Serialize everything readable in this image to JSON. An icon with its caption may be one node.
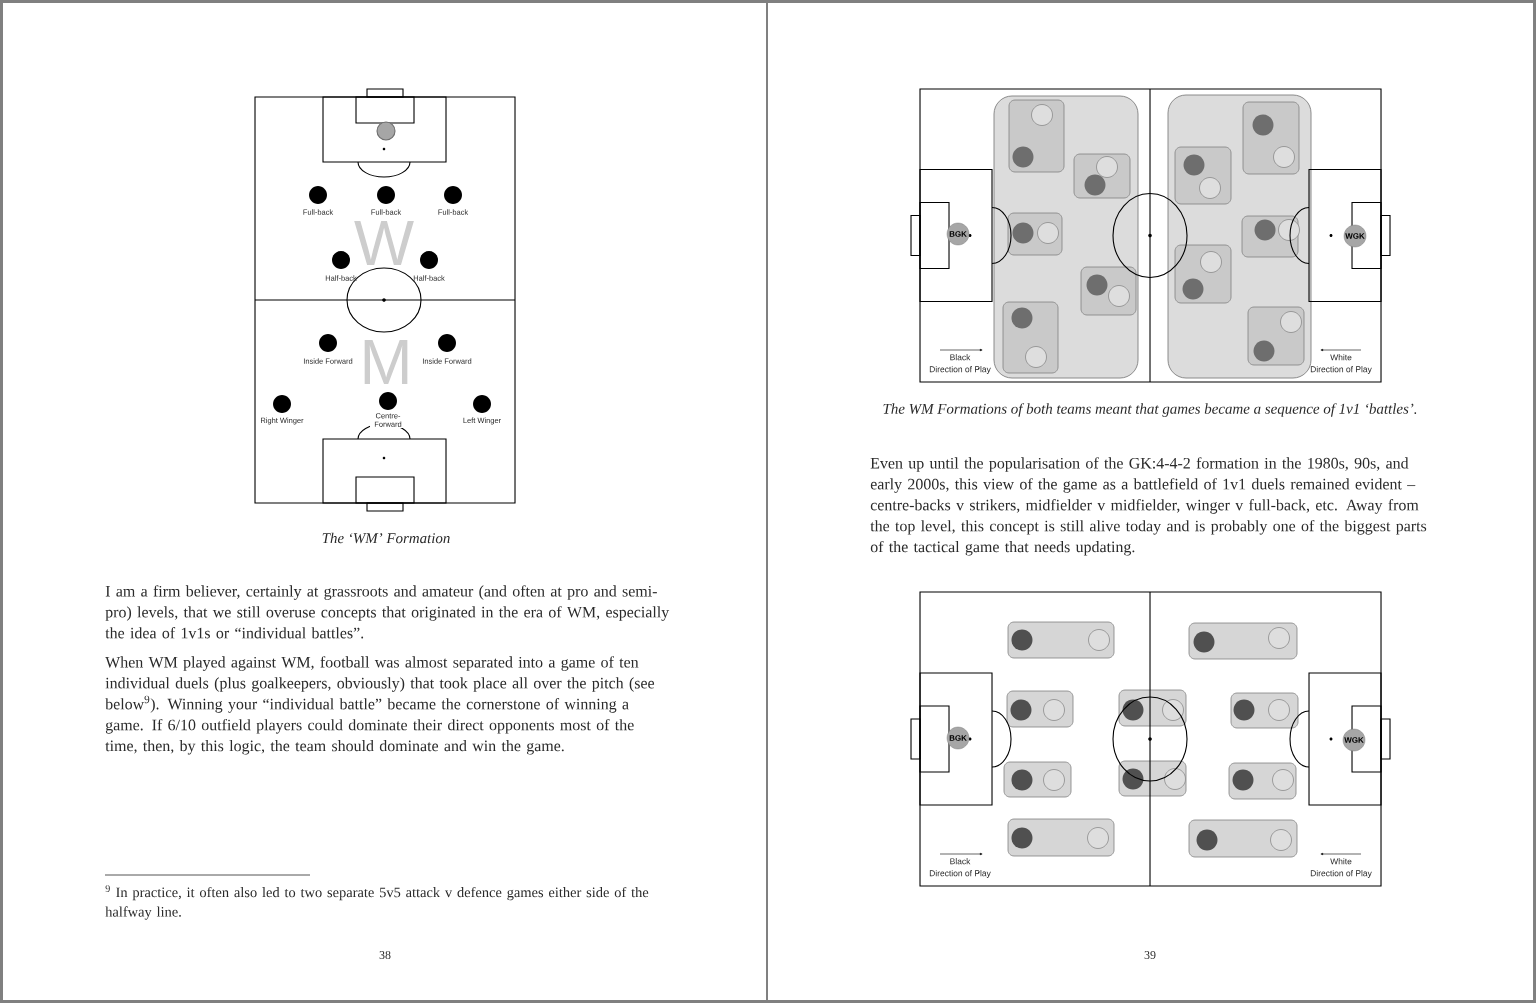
{
  "diagram": {
    "nodes": [
      {
        "text": [
          "BGK"
        ]
      },
      {
        "text": [
          "WGK"
        ]
      },
      {
        "text": [
          "BGK"
        ]
      },
      {
        "text": [
          "WGK"
        ]
      }
    ],
    "labels": [
      "Full-back",
      "Full-back",
      "Full-back",
      "W",
      "Half-back",
      "Half-back",
      "M",
      "Inside Forward",
      "Inside Forward",
      "Right Winger",
      "Centre-Forward",
      "Left Winger",
      "The ‘WM’ Formation",
      "I am a firm believer, certainly at grassroots and amateur (and often at pro and semi-pro) levels, that we still overuse concepts that originated in the era of WM, especially the idea of 1v1s or “individual battles”.",
      "When WM played against WM, football was almost separated into a game of ten individual duels (plus goalkeepers, obviously) that took place all over the pitch (see below$^{9}$). Winning your “individual battle” became the cornerstone of winning a game. If 6/10 outfield players could dominate their direct opponents most of the time, then, by this logic, the team should dominate and win the game.",
      "$^{9}$ In practice, it often also led to two separate 5v5 attack v defence games either side of the halfway line.",
      "38",
      "Black Direction of Play",
      "White Direction of Play",
      "The WM Formations of both teams meant that games became a sequence of 1v1 ‘battles’.",
      "Even up until the popularisation of the GK:4-4-2 formation in the 1980s, 90s, and early 2000s, this view of the game as a battlefield of 1v1 duels remained evident – centre-backs v strikers, midfielder v midfielder, winger v full-back, etc. Away from the top level, this concept is still alive today and is probably one of the biggest parts of the tactical game that needs updating.",
      "Black Direction of Play",
      "White Direction of Play",
      "39"
    ]
  }
}
